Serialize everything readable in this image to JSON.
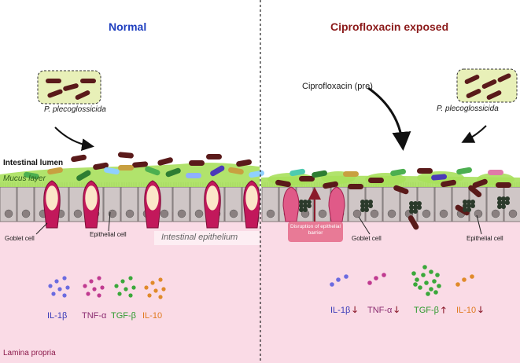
{
  "left": {
    "title": "Normal",
    "pathogen": "P. plecoglossicida",
    "lumen": "Intestinal lumen",
    "mucus": "Mucus layer",
    "goblet": "Goblet cell",
    "epithelial_cell": "Epithelial cell",
    "epithelium": "Intestinal epithelium",
    "lamina": "Lamina propria",
    "cytokines": [
      {
        "name": "IL-1β",
        "color": "#3b3bb8"
      },
      {
        "name": "TNF-α",
        "color": "#8a2b70"
      },
      {
        "name": "TGF-β",
        "color": "#2e9a2e"
      },
      {
        "name": "IL-10",
        "color": "#e07a1f"
      }
    ]
  },
  "right": {
    "title": "Ciprofloxacin exposed",
    "drug": "Ciprofloxacin (pre)",
    "pathogen": "P. plecoglossicida",
    "barrier": "Disruption of epithelial barrier",
    "goblet": "Goblet cell",
    "epithelial_cell": "Epithelial cell",
    "cytokines": [
      {
        "name": "IL-1β",
        "trend": "down",
        "arrow": "🡓"
      },
      {
        "name": "TNF-α",
        "trend": "down",
        "arrow": "🡓"
      },
      {
        "name": "TGF-β",
        "trend": "up",
        "arrow": "🡑"
      },
      {
        "name": "IL-10",
        "trend": "down",
        "arrow": "🡓"
      }
    ]
  },
  "colors": {
    "left_title": "#1f3fbf",
    "right_title": "#8b1a1a",
    "lamina": "#fadbe6",
    "mucus": "#a8e05c",
    "bacteria": "#5a1a1a"
  }
}
